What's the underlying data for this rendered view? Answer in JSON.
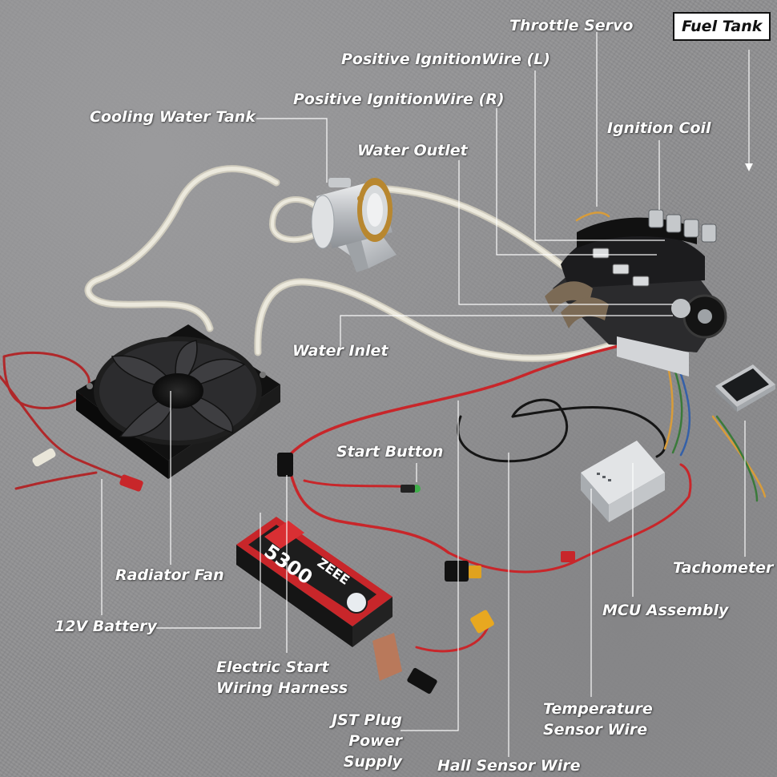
{
  "image": {
    "labels": {
      "throttle_servo": "Throttle Servo",
      "fuel_tank": "Fuel Tank",
      "ign_wire_l": "Positive IgnitionWire (L)",
      "ign_wire_r": "Positive IgnitionWire (R)",
      "cooling_water_tank": "Cooling Water Tank",
      "ignition_coil": "Ignition Coil",
      "water_outlet": "Water Outlet",
      "water_inlet": "Water Inlet",
      "start_button": "Start Button",
      "radiator_fan": "Radiator Fan",
      "tachometer": "Tachometer",
      "mcu_assembly": "MCU Assembly",
      "battery_12v": "12V Battery",
      "start_harness_1": "Electric Start",
      "start_harness_2": "Wiring Harness",
      "temp_wire_1": "Temperature",
      "temp_wire_2": "Sensor Wire",
      "jst_1": "JST Plug",
      "jst_2": "Power Supply",
      "hall_sensor": "Hall Sensor Wire"
    },
    "battery_print": {
      "capacity": "5300",
      "brand": "ZEEE"
    },
    "colors": {
      "carpet": "#8e8e90",
      "label_text": "#ffffff",
      "leader_line": "#ffffff",
      "red_wire": "#c8262a",
      "black_wire": "#151515",
      "hose": "#e9e6d9",
      "aluminum": "#c9cbce"
    }
  }
}
